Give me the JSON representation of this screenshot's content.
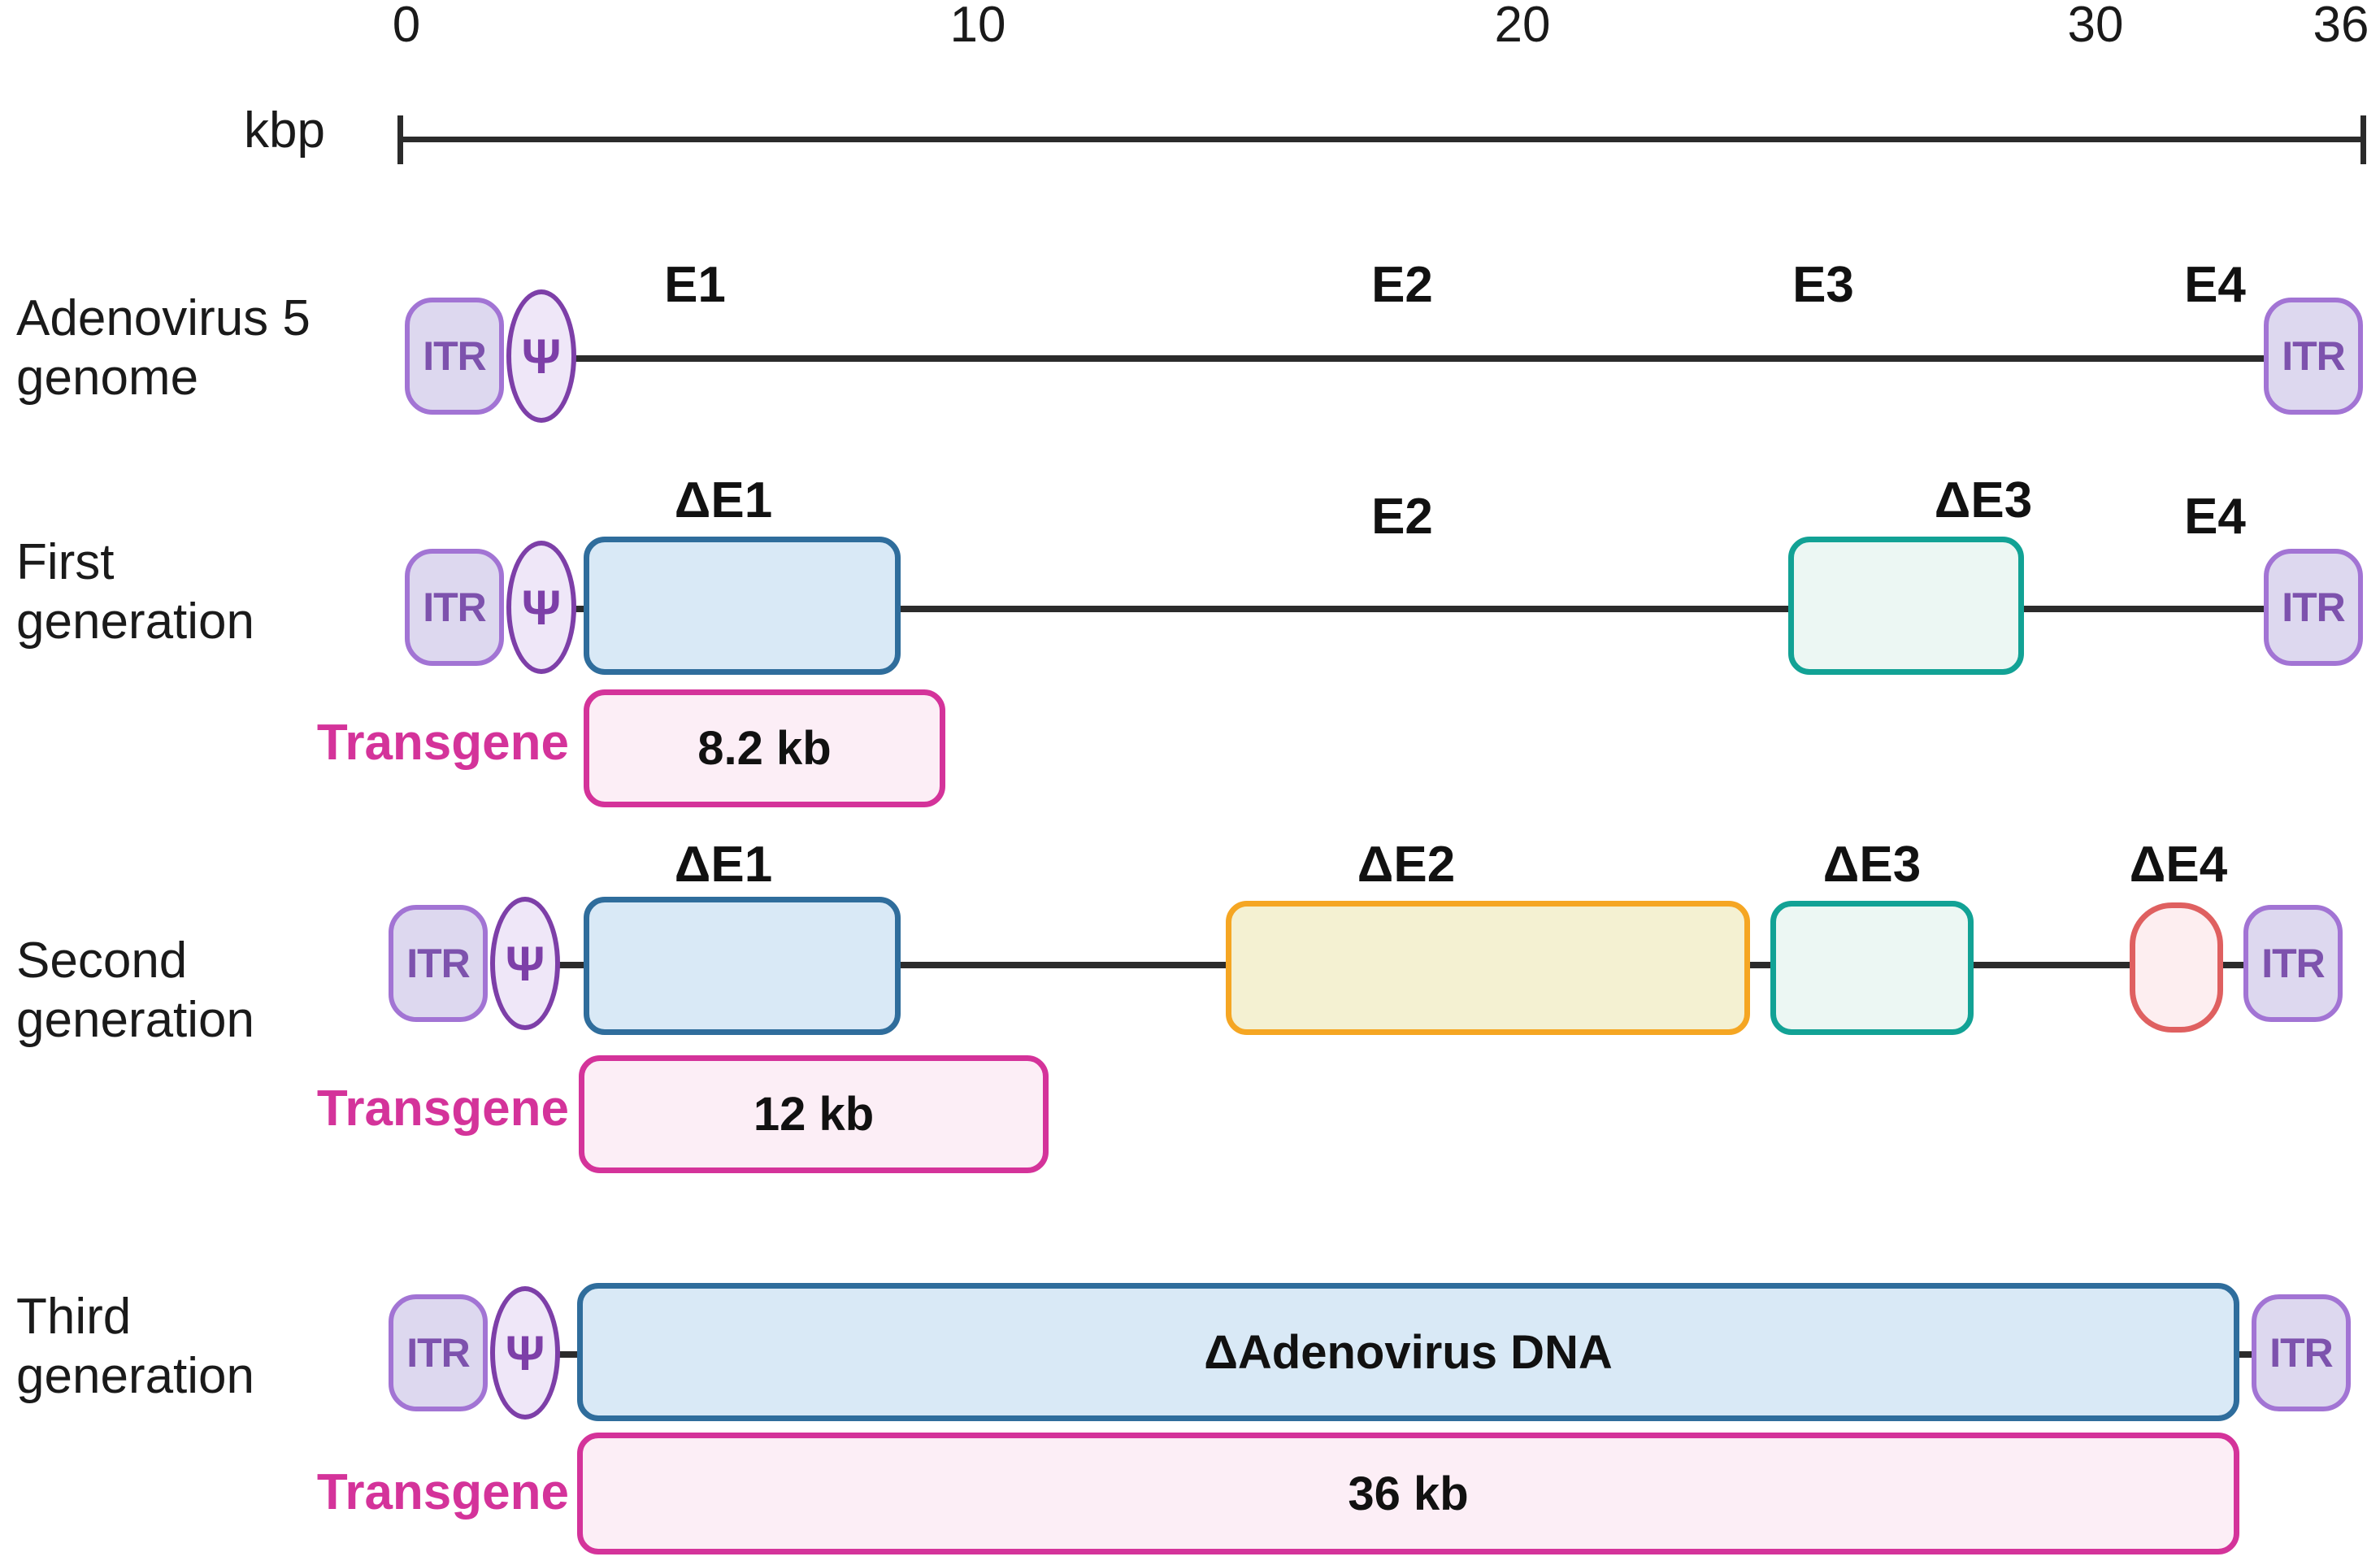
{
  "figure": {
    "title": "Adenovirus vector generations schematic",
    "axis": {
      "unit_label": "kbp",
      "ticks": [
        "0",
        "10",
        "20",
        "30",
        "36"
      ],
      "tick_values": [
        0,
        10,
        20,
        30,
        36
      ],
      "range": [
        0,
        36
      ],
      "line_color": "#2b2b2b"
    },
    "colors": {
      "itr_fill": "#ddd8ef",
      "itr_border": "#a274d4",
      "itr_text": "#7d52ad",
      "psi_fill": "#efe7f8",
      "psi_border": "#7d3fa8",
      "e1_fill": "#d9e9f6",
      "e1_border": "#2f6d9c",
      "e2_fill": "#f4f1d2",
      "e2_border": "#f5a623",
      "e3_fill": "#ecf7f3",
      "e3_border": "#12a295",
      "e4_fill": "#fdeef0",
      "e4_border": "#df6060",
      "transgene_fill": "#fceef6",
      "transgene_border": "#d4339a",
      "transgene_text": "#d4339a",
      "backbone": "#2b2b2b"
    },
    "icons": {
      "itr": "ITR",
      "psi": "Ψ"
    },
    "rows": [
      {
        "id": "adenovirus-5-genome",
        "label": "Adenovirus 5\ngenome",
        "gene_captions": [
          "E1",
          "E2",
          "E3",
          "E4"
        ],
        "left_itr": "ITR",
        "packaging_signal": "Ψ",
        "right_itr": "ITR",
        "boxes": [],
        "transgene": null
      },
      {
        "id": "first-generation",
        "label": "First\ngeneration",
        "gene_captions": [
          "ΔE1",
          "E2",
          "ΔE3",
          "E4"
        ],
        "left_itr": "ITR",
        "packaging_signal": "Ψ",
        "right_itr": "ITR",
        "boxes": [
          {
            "name": "delta-e1",
            "caption": "ΔE1",
            "color": "blue"
          },
          {
            "name": "delta-e3",
            "caption": "ΔE3",
            "color": "teal"
          }
        ],
        "transgene": {
          "label": "Transgene",
          "capacity": "8.2 kb"
        }
      },
      {
        "id": "second-generation",
        "label": "Second\ngeneration",
        "gene_captions": [
          "ΔE1",
          "ΔE2",
          "ΔE3",
          "ΔE4"
        ],
        "left_itr": "ITR",
        "packaging_signal": "Ψ",
        "right_itr": "ITR",
        "boxes": [
          {
            "name": "delta-e1",
            "caption": "ΔE1",
            "color": "blue"
          },
          {
            "name": "delta-e2",
            "caption": "ΔE2",
            "color": "yellow"
          },
          {
            "name": "delta-e3",
            "caption": "ΔE3",
            "color": "teal"
          },
          {
            "name": "delta-e4",
            "caption": "ΔE4",
            "color": "red"
          }
        ],
        "transgene": {
          "label": "Transgene",
          "capacity": "12 kb"
        }
      },
      {
        "id": "third-generation",
        "label": "Third\ngeneration",
        "gene_captions": [],
        "left_itr": "ITR",
        "packaging_signal": "Ψ",
        "right_itr": "ITR",
        "boxes": [
          {
            "name": "delta-adenovirus-dna",
            "caption": "",
            "inner_text": "ΔAdenovirus DNA",
            "color": "blue"
          }
        ],
        "transgene": {
          "label": "Transgene",
          "capacity": "36 kb"
        }
      }
    ]
  },
  "chart_data": {
    "type": "diagram-track",
    "title": "Adenovirus 5 genome and vector generations",
    "xlabel": "kbp",
    "xlim": [
      0,
      36
    ],
    "xticks": [
      0,
      10,
      20,
      30,
      36
    ],
    "tracks": [
      {
        "name": "Adenovirus 5 genome",
        "features": [
          {
            "label": "ITR",
            "type": "itr"
          },
          {
            "label": "Ψ",
            "type": "packaging"
          },
          {
            "label": "E1",
            "type": "gene-caption"
          },
          {
            "label": "E2",
            "type": "gene-caption"
          },
          {
            "label": "E3",
            "type": "gene-caption"
          },
          {
            "label": "E4",
            "type": "gene-caption"
          },
          {
            "label": "ITR",
            "type": "itr"
          }
        ],
        "transgene_capacity_kb": null
      },
      {
        "name": "First generation",
        "features": [
          {
            "label": "ITR",
            "type": "itr"
          },
          {
            "label": "Ψ",
            "type": "packaging"
          },
          {
            "label": "ΔE1",
            "type": "deleted-box",
            "color": "blue"
          },
          {
            "label": "E2",
            "type": "gene-caption"
          },
          {
            "label": "ΔE3",
            "type": "deleted-box",
            "color": "teal"
          },
          {
            "label": "E4",
            "type": "gene-caption"
          },
          {
            "label": "ITR",
            "type": "itr"
          }
        ],
        "transgene_capacity_kb": 8.2,
        "transgene_capacity_text": "8.2 kb"
      },
      {
        "name": "Second generation",
        "features": [
          {
            "label": "ITR",
            "type": "itr"
          },
          {
            "label": "Ψ",
            "type": "packaging"
          },
          {
            "label": "ΔE1",
            "type": "deleted-box",
            "color": "blue"
          },
          {
            "label": "ΔE2",
            "type": "deleted-box",
            "color": "yellow"
          },
          {
            "label": "ΔE3",
            "type": "deleted-box",
            "color": "teal"
          },
          {
            "label": "ΔE4",
            "type": "deleted-box",
            "color": "red"
          },
          {
            "label": "ITR",
            "type": "itr"
          }
        ],
        "transgene_capacity_kb": 12,
        "transgene_capacity_text": "12 kb"
      },
      {
        "name": "Third generation",
        "features": [
          {
            "label": "ITR",
            "type": "itr"
          },
          {
            "label": "Ψ",
            "type": "packaging"
          },
          {
            "label": "ΔAdenovirus DNA",
            "type": "deleted-box",
            "color": "blue"
          },
          {
            "label": "ITR",
            "type": "itr"
          }
        ],
        "transgene_capacity_kb": 36,
        "transgene_capacity_text": "36 kb"
      }
    ]
  }
}
